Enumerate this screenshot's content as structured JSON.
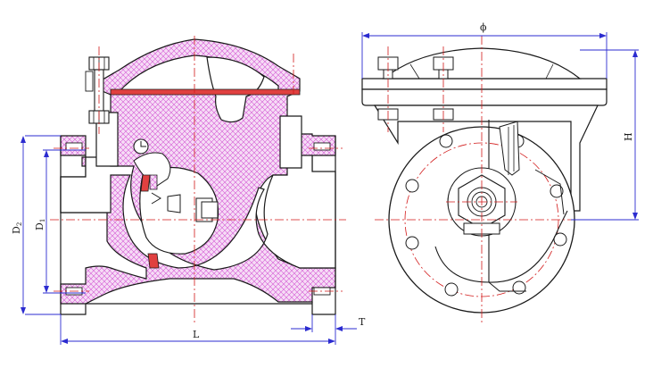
{
  "labels": {
    "D2": {
      "main": "D",
      "sub": "2"
    },
    "D1": {
      "main": "D",
      "sub": "1"
    },
    "L": "L",
    "T": "T",
    "phi": "ϕ",
    "H": "H"
  },
  "colors": {
    "outline": "#1a1a1a",
    "dimension": "#2b2bd0",
    "centerline": "#d21a1a",
    "section_hatch": "#e070e0",
    "section_fill": "#f6dcf6",
    "red_parts": "#e04040"
  }
}
